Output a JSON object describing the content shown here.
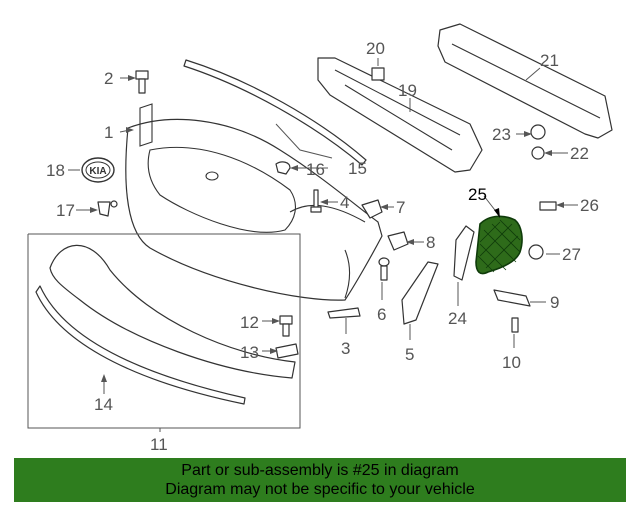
{
  "callouts": [
    "1",
    "2",
    "3",
    "4",
    "5",
    "6",
    "7",
    "8",
    "9",
    "10",
    "11",
    "12",
    "13",
    "14",
    "15",
    "16",
    "17",
    "18",
    "19",
    "20",
    "21",
    "22",
    "23",
    "24",
    "25",
    "26",
    "27"
  ],
  "highlight": {
    "part": "25",
    "fill_color": "#2e6b1a",
    "stroke_color": "#0f3b0a"
  },
  "banner": {
    "line1": "Part or sub-assembly is #25 in diagram",
    "line2": "Diagram may not be specific to your vehicle",
    "color": "#2e7d1e"
  },
  "logo_text": "KIA"
}
